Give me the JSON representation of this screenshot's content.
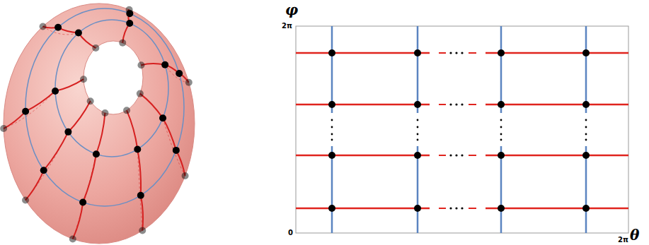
{
  "diagram": {
    "labels": [
      "φ",
      "2π",
      "0",
      "2π",
      "θ"
    ]
  }
}
